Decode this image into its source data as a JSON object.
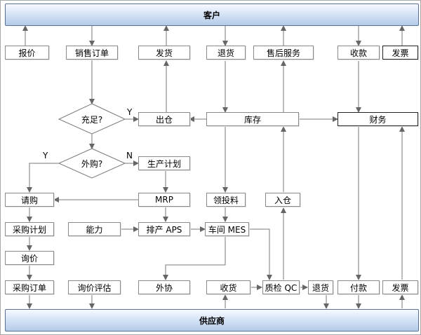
{
  "top_bar": "客户",
  "bottom_bar": "供应商",
  "row1": {
    "quote": "报价",
    "sales_order": "销售订单",
    "ship": "发货",
    "return": "退货",
    "after_sales": "售后服务",
    "receipt": "收款",
    "invoice": "发票"
  },
  "row2": {
    "outbound": "出仓",
    "inventory": "库存",
    "finance": "财务"
  },
  "decisions": {
    "sufficient": "充足?",
    "outsource": "外购?"
  },
  "branch_labels": {
    "yes1": "Y",
    "yes2": "Y",
    "no": "N"
  },
  "row3": {
    "production_plan": "生产计划"
  },
  "row4": {
    "request": "请购",
    "mrp": "MRP",
    "material_issue": "领投料",
    "inbound": "入仓"
  },
  "row5": {
    "purchase_plan": "采购计划",
    "capacity": "能力",
    "aps": "排产 APS",
    "mes": "车间 MES"
  },
  "row6": {
    "inquiry": "询价"
  },
  "row7": {
    "purchase_order": "采购订单",
    "inquiry_eval": "询价评估",
    "outsourcing": "外协",
    "receiving": "收货",
    "qc": "质检 QC",
    "return": "退货",
    "payment": "付款",
    "invoice": "发票"
  }
}
